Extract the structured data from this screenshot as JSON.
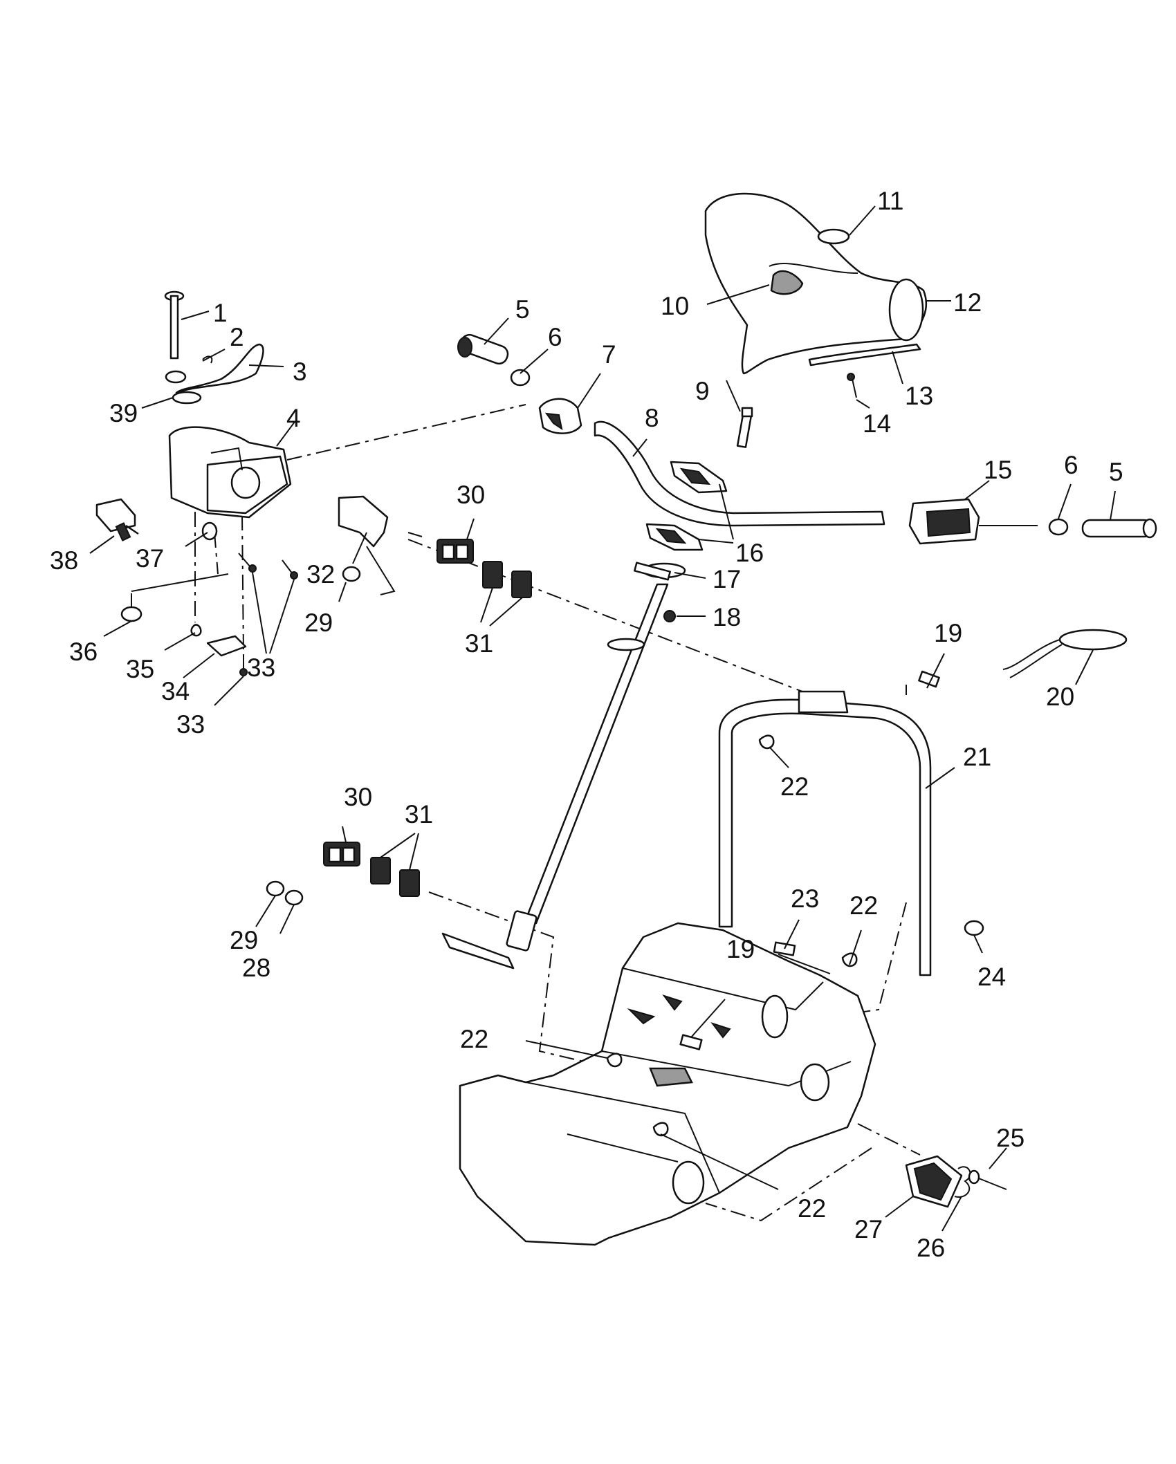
{
  "diagram": {
    "callouts": [
      {
        "id": "c1",
        "label": "1"
      },
      {
        "id": "c2",
        "label": "2"
      },
      {
        "id": "c3",
        "label": "3"
      },
      {
        "id": "c4",
        "label": "4"
      },
      {
        "id": "c5a",
        "label": "5"
      },
      {
        "id": "c6a",
        "label": "6"
      },
      {
        "id": "c7",
        "label": "7"
      },
      {
        "id": "c8",
        "label": "8"
      },
      {
        "id": "c9",
        "label": "9"
      },
      {
        "id": "c10",
        "label": "10"
      },
      {
        "id": "c11",
        "label": "11"
      },
      {
        "id": "c12",
        "label": "12"
      },
      {
        "id": "c13",
        "label": "13"
      },
      {
        "id": "c14",
        "label": "14"
      },
      {
        "id": "c15",
        "label": "15"
      },
      {
        "id": "c6b",
        "label": "6"
      },
      {
        "id": "c5b",
        "label": "5"
      },
      {
        "id": "c16",
        "label": "16"
      },
      {
        "id": "c17",
        "label": "17"
      },
      {
        "id": "c18",
        "label": "18"
      },
      {
        "id": "c19a",
        "label": "19"
      },
      {
        "id": "c20",
        "label": "20"
      },
      {
        "id": "c21",
        "label": "21"
      },
      {
        "id": "c22a",
        "label": "22"
      },
      {
        "id": "c30a",
        "label": "30"
      },
      {
        "id": "c31a",
        "label": "31"
      },
      {
        "id": "c32",
        "label": "32"
      },
      {
        "id": "c29a",
        "label": "29"
      },
      {
        "id": "c39",
        "label": "39"
      },
      {
        "id": "c38",
        "label": "38"
      },
      {
        "id": "c37",
        "label": "37"
      },
      {
        "id": "c36",
        "label": "36"
      },
      {
        "id": "c35",
        "label": "35"
      },
      {
        "id": "c34",
        "label": "34"
      },
      {
        "id": "c33a",
        "label": "33"
      },
      {
        "id": "c33b",
        "label": "33"
      },
      {
        "id": "c30b",
        "label": "30"
      },
      {
        "id": "c31b",
        "label": "31"
      },
      {
        "id": "c29b",
        "label": "29"
      },
      {
        "id": "c28",
        "label": "28"
      },
      {
        "id": "c23",
        "label": "23"
      },
      {
        "id": "c22b",
        "label": "22"
      },
      {
        "id": "c19b",
        "label": "19"
      },
      {
        "id": "c24",
        "label": "24"
      },
      {
        "id": "c22c",
        "label": "22"
      },
      {
        "id": "c22d",
        "label": "22"
      },
      {
        "id": "c25",
        "label": "25"
      },
      {
        "id": "c27",
        "label": "27"
      },
      {
        "id": "c26",
        "label": "26"
      }
    ]
  }
}
